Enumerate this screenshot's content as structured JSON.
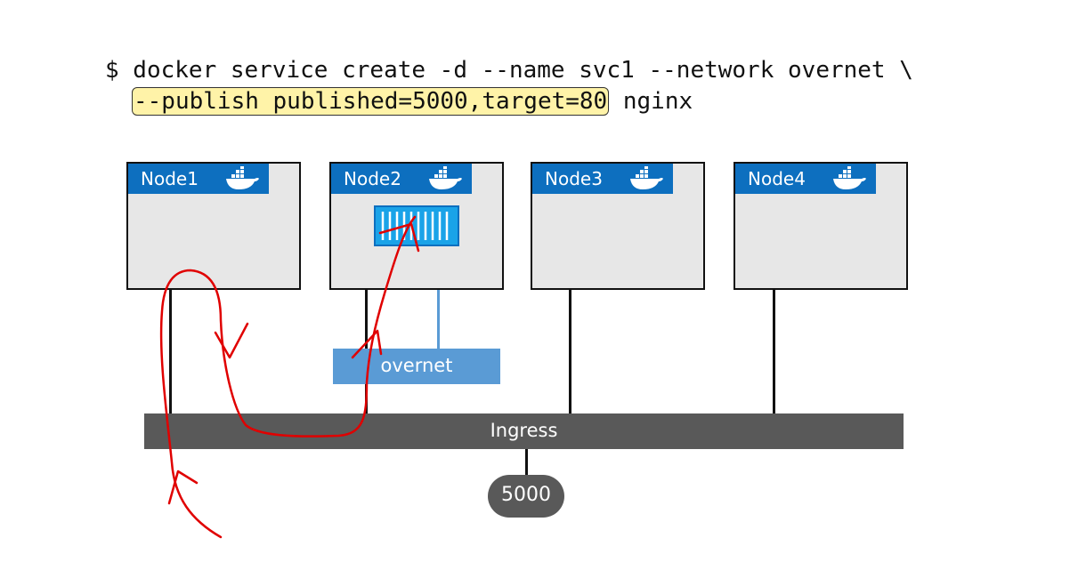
{
  "command": {
    "line1": "$ docker service create -d --name svc1 --network overnet \\",
    "line2_highlight": "--publish published=5000,target=80",
    "line2_rest": " nginx"
  },
  "nodes": [
    {
      "label": "Node1",
      "icon": "docker-whale-icon"
    },
    {
      "label": "Node2",
      "icon": "docker-whale-icon"
    },
    {
      "label": "Node3",
      "icon": "docker-whale-icon"
    },
    {
      "label": "Node4",
      "icon": "docker-whale-icon"
    }
  ],
  "container": {
    "icon": "container-icon",
    "node": "Node2"
  },
  "overlay_network": {
    "label": "overnet"
  },
  "ingress_network": {
    "label": "Ingress"
  },
  "published_port": {
    "label": "5000"
  },
  "colors": {
    "node_tab": "#0d6fbf",
    "node_body": "#e7e7e7",
    "overnet": "#5a9bd5",
    "ingress": "#595959",
    "highlight": "#fff3a8",
    "annotation": "#e00000"
  }
}
